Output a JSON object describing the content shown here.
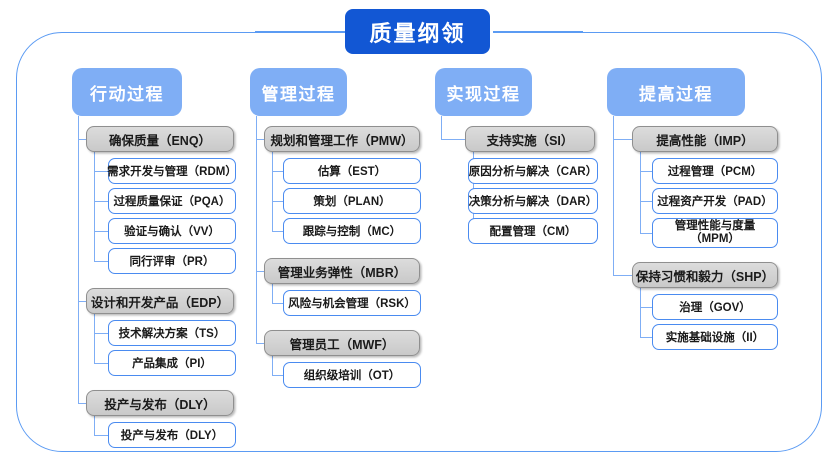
{
  "root": {
    "title": "质量纲领"
  },
  "frame": {
    "border_color": "#5B9BF3"
  },
  "colors": {
    "root_fill": "#1257D4",
    "header_fill": "#7FAEF5",
    "line": "#7FAEF5",
    "node2_fill": "#D2D2D2",
    "node2_border": "#8F8F8F",
    "node3_border": "#4A8BF0",
    "node3_fill": "#FFFFFF"
  },
  "columns": [
    {
      "header": "行动过程",
      "groups": [
        {
          "label": "确保质量（ENQ）",
          "children": [
            "需求开发与管理（RDM）",
            "过程质量保证（PQA）",
            "验证与确认（VV）",
            "同行评审（PR）"
          ]
        },
        {
          "label": "设计和开发产品（EDP）",
          "children": [
            "技术解决方案（TS）",
            "产品集成（PI）"
          ]
        },
        {
          "label": "投产与发布（DLY）",
          "children": [
            "投产与发布（DLY）"
          ]
        }
      ]
    },
    {
      "header": "管理过程",
      "groups": [
        {
          "label": "规划和管理工作（PMW）",
          "children": [
            "估算（EST）",
            "策划（PLAN）",
            "跟踪与控制（MC）"
          ]
        },
        {
          "label": "管理业务弹性（MBR）",
          "children": [
            "风险与机会管理（RSK）"
          ]
        },
        {
          "label": "管理员工（MWF）",
          "children": [
            "组织级培训（OT）"
          ]
        }
      ]
    },
    {
      "header": "实现过程",
      "groups": [
        {
          "label": "支持实施（SI）",
          "children": [
            "原因分析与解决（CAR）",
            "决策分析与解决（DAR）",
            "配置管理（CM）"
          ]
        }
      ]
    },
    {
      "header": "提高过程",
      "groups": [
        {
          "label": "提高性能（IMP）",
          "children": [
            "过程管理（PCM）",
            "过程资产开发（PAD）",
            "管理性能与度量\n（MPM）"
          ]
        },
        {
          "label": "保持习惯和毅力（SHP）",
          "children": [
            "治理（GOV）",
            "实施基础设施（II）"
          ]
        }
      ]
    }
  ]
}
